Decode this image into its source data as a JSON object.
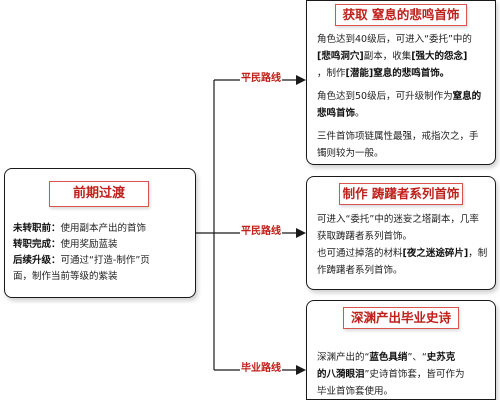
{
  "left_box": {
    "title": "前期过渡",
    "rows": [
      {
        "k": "未转职前：",
        "v": "使用副本产出的首饰"
      },
      {
        "k": "转职完成：",
        "v": "使用奖励蓝装"
      },
      {
        "k": "后续升级：",
        "v": "可通过“打造-制作”页"
      },
      {
        "k": "",
        "v": "面，制作当前等级的紫装"
      }
    ]
  },
  "branches": {
    "top_label": "平民路线",
    "mid_label": "平民路线",
    "bottom_label": "毕业路线"
  },
  "box1": {
    "title": "获取 窒息的悲鸣首饰",
    "p1": {
      "l1": "角色达到40级后，可进入“委托”中的",
      "l2a": "[悲鸣洞穴]",
      "l2b": "副本，收集",
      "l2c": "[强大的怨念]",
      "l3a": "，制作",
      "l3b": "[潜能]",
      "l3c": "窒息的悲鸣首饰。"
    },
    "p2": {
      "l1a": "角色达到50级后，可升级制作为",
      "l1b": "窒息的",
      "l2": "悲鸣首饰",
      "l2b": "。"
    },
    "p3": {
      "l1": "三件首饰项链属性最强，戒指次之，手",
      "l2": "镯则较为一般。"
    }
  },
  "box2": {
    "title": "制作 踌躇者系列首饰",
    "l1": "可进入“委托”中的迷妄之塔副本，几率",
    "l2": "获取踌躇者系列首饰。",
    "l3a": "也可通过掉落的材料",
    "l3b": "[夜之迷途碎片]",
    "l3c": "，制",
    "l4": "作踌躇者系列首饰。"
  },
  "box3": {
    "title": "深渊产出毕业史诗",
    "l1a": "深渊产出的“",
    "l1b": "蓝色具绡",
    "l1c": "”、“",
    "l1d": "史苏克",
    "l2a": "的八漪眼泪",
    "l2b": "”史诗首饰套，皆可作为",
    "l3": "毕业首饰套使用。"
  }
}
